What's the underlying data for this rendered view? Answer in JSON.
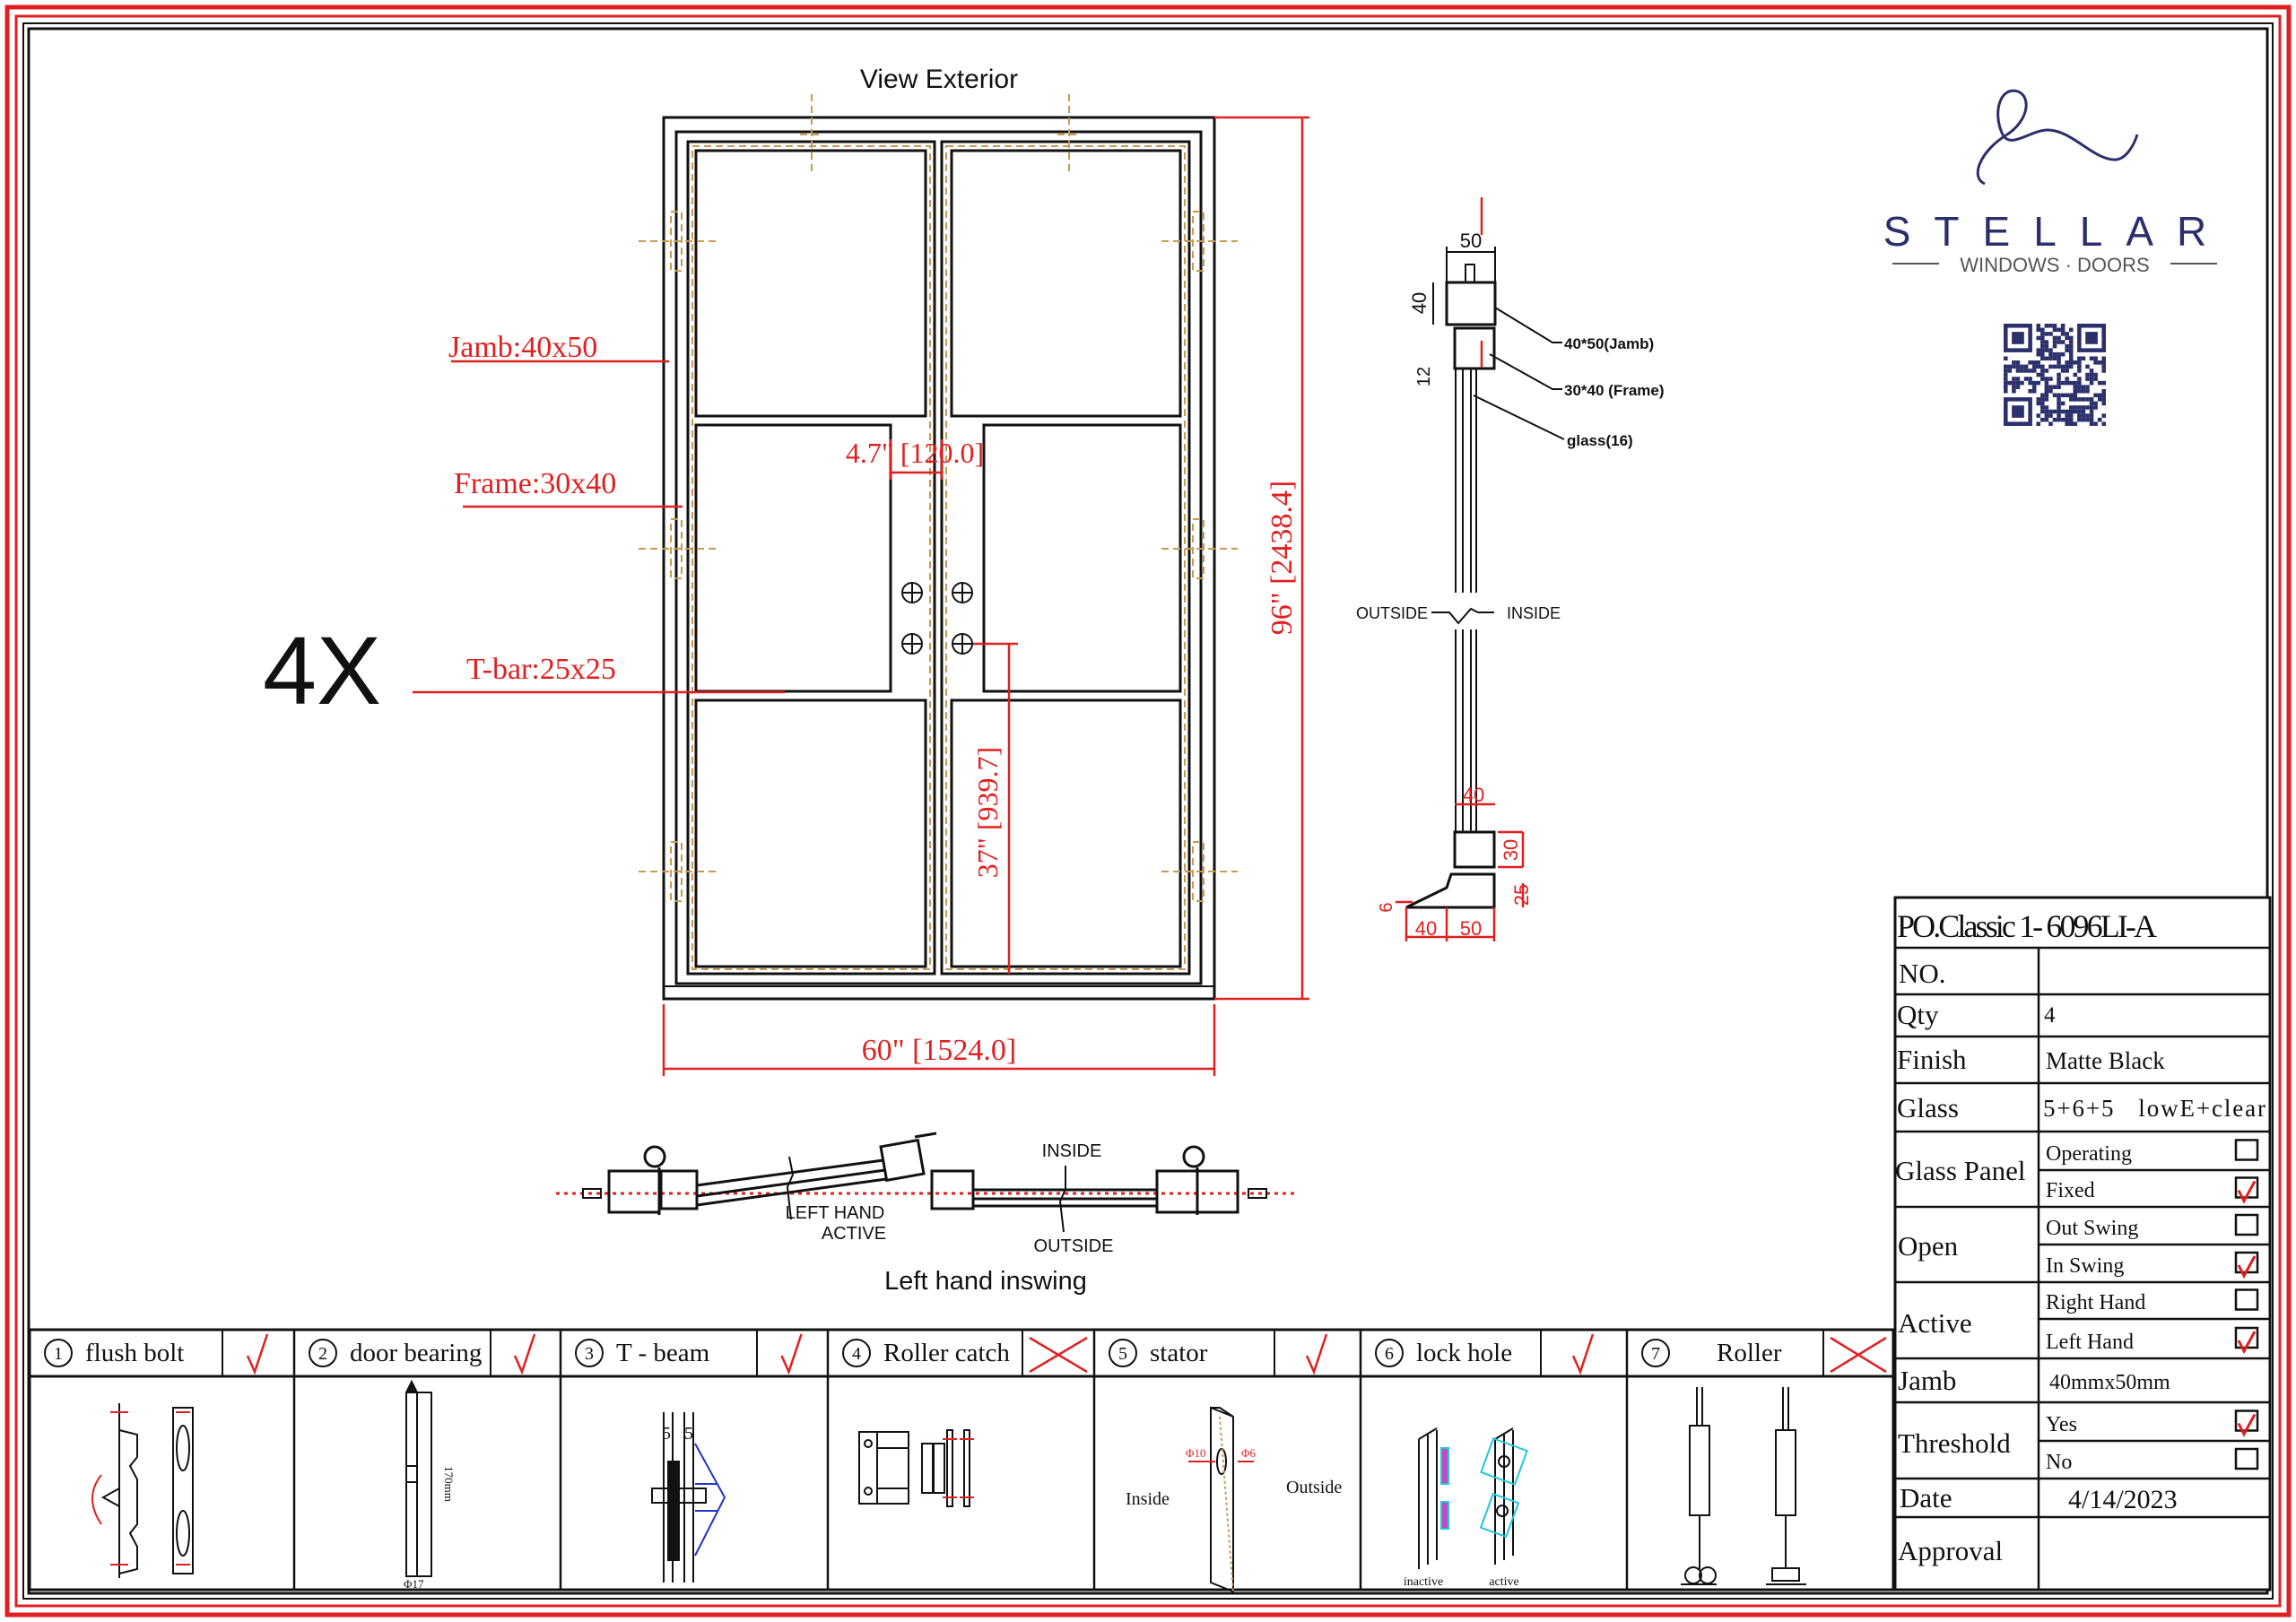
{
  "colors": {
    "red": "#e02020",
    "ink": "#111111",
    "brand": "#2b2f6b",
    "trim": "#c89a50",
    "blue": "#2233cc",
    "cyan": "#22c8d8"
  },
  "elevation": {
    "title": "View Exterior",
    "quantity": "4X",
    "labels": {
      "jamb": "Jamb:40x50",
      "frame": "Frame:30x40",
      "tbar": "T-bar:25x25"
    },
    "dims": {
      "height": "96\" [2438.4]",
      "width": "60\" [1524.0]",
      "gap": "4.7\" [120.0]",
      "handle_height": "37\" [939.7]"
    }
  },
  "section": {
    "dims": {
      "jamb_width": "50",
      "jamb_height": "40",
      "glass_stop": "12",
      "frame_width": "40",
      "frame_height": "30",
      "sill_height": "25",
      "sill_lip": "6",
      "sill_outer": "40",
      "sill_inner": "50"
    },
    "labels": {
      "jamb": "40*50(Jamb)",
      "frame": "30*40 (Frame)",
      "glass": "glass(16)",
      "outside": "OUTSIDE",
      "inside": "INSIDE"
    }
  },
  "swing": {
    "active_line1": "LEFT HAND",
    "active_line2": "ACTIVE",
    "inside": "INSIDE",
    "outside": "OUTSIDE",
    "caption": "Left hand inswing"
  },
  "logo": {
    "brand": "STELLAR",
    "tagline": "WINDOWS · DOORS",
    "qr": "qr-code"
  },
  "spec_table": {
    "title": "PO.Classic 1- 6096LI-A",
    "no_label": "NO.",
    "no_value": "",
    "qty_label": "Qty",
    "qty_value": "4",
    "finish_label": "Finish",
    "finish_value": "Matte Black",
    "glass_label": "Glass",
    "glass_value": "5+6+5   lowE+clear",
    "glass_panel_label": "Glass Panel",
    "glass_panel_options": [
      {
        "label": "Operating",
        "checked": false
      },
      {
        "label": "Fixed",
        "checked": true
      }
    ],
    "open_label": "Open",
    "open_options": [
      {
        "label": "Out Swing",
        "checked": false
      },
      {
        "label": "In Swing",
        "checked": true
      }
    ],
    "active_label": "Active",
    "active_options": [
      {
        "label": "Right Hand",
        "checked": false
      },
      {
        "label": "Left Hand",
        "checked": true
      }
    ],
    "jamb_label": "Jamb",
    "jamb_value": "40mmx50mm",
    "threshold_label": "Threshold",
    "threshold_options": [
      {
        "label": "Yes",
        "checked": true
      },
      {
        "label": "No",
        "checked": false
      }
    ],
    "date_label": "Date",
    "date_value": "4/14/2023",
    "approval_label": "Approval",
    "approval_value": ""
  },
  "hardware": [
    {
      "num": "1",
      "label": "flush bolt",
      "included": true
    },
    {
      "num": "2",
      "label": "door bearing",
      "included": true
    },
    {
      "num": "3",
      "label": "T - beam",
      "included": true
    },
    {
      "num": "4",
      "label": "Roller catch",
      "included": false
    },
    {
      "num": "5",
      "label": "stator",
      "included": true
    },
    {
      "num": "6",
      "label": "lock hole",
      "included": true
    },
    {
      "num": "7",
      "label": "Roller",
      "included": false
    }
  ],
  "hardware_notes": {
    "bearing_length": "170mm",
    "bearing_dia": "Φ17",
    "tbeam_a": "5",
    "tbeam_b": "5",
    "stator_d1": "Φ10",
    "stator_d2": "Φ6",
    "stator_inside": "Inside",
    "stator_outside": "Outside",
    "lock_inactive": "inactive",
    "lock_active": "active"
  }
}
